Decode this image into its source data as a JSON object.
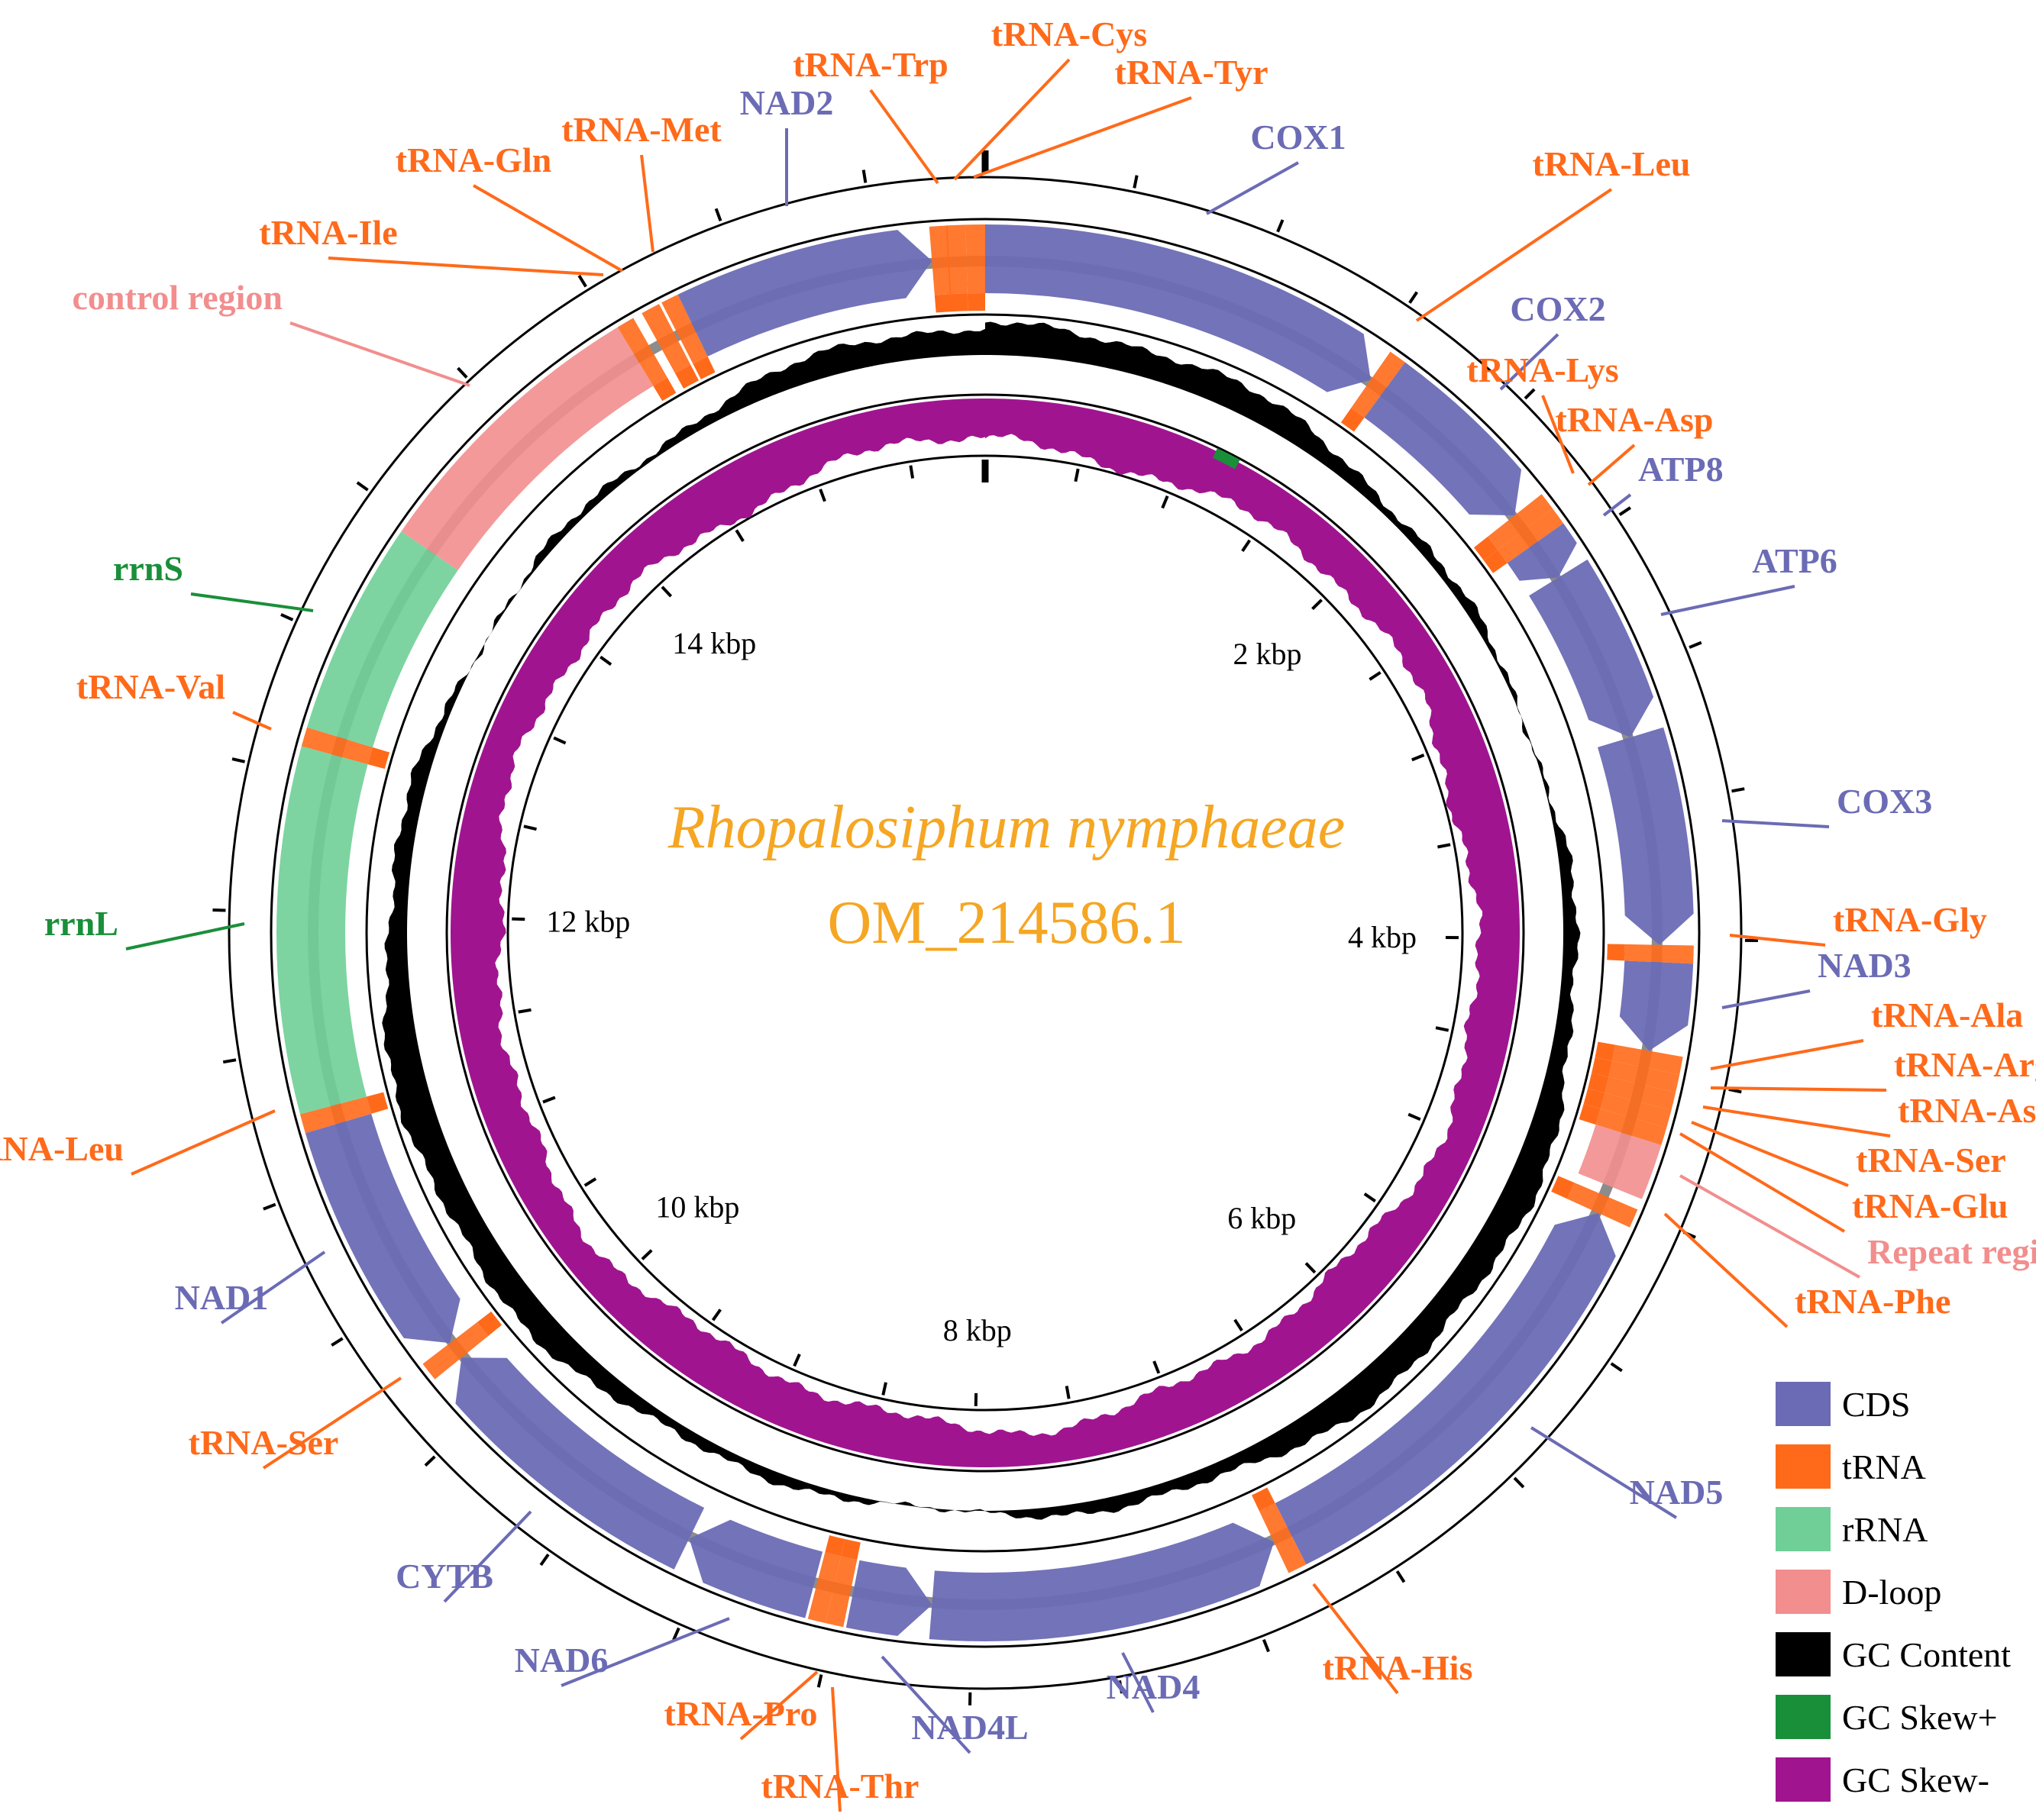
{
  "diagram": {
    "title": {
      "species": "Rhopalosiphum nymphaeae",
      "accession": "OM_214586.1",
      "color": "#F5A623"
    },
    "genome_length_bp": 15900,
    "scale_labels": [
      "2 kbp",
      "4 kbp",
      "6 kbp",
      "8 kbp",
      "10 kbp",
      "12 kbp",
      "14 kbp"
    ],
    "colors": {
      "CDS": "#6B6BB5",
      "tRNA": "#FF6A1A",
      "rRNA": "#6FCF97",
      "D-loop": "#F28E8E",
      "GC Content": "#000000",
      "GC Skew+": "#1A8F3A",
      "GC Skew-": "#A0158F",
      "label_cds": "#6B6BB5",
      "label_trna": "#FF6A1A",
      "label_rrna": "#1A8F3A",
      "label_dloop": "#F28E8E"
    },
    "features": [
      {
        "name": "COX1",
        "type": "CDS",
        "start": 0,
        "end": 1540,
        "strand": "+"
      },
      {
        "name": "tRNA-Leu",
        "type": "tRNA",
        "start": 1540,
        "end": 1605,
        "strand": "+"
      },
      {
        "name": "COX2",
        "type": "CDS",
        "start": 1605,
        "end": 2285,
        "strand": "+"
      },
      {
        "name": "tRNA-Lys",
        "type": "tRNA",
        "start": 2285,
        "end": 2350,
        "strand": "+"
      },
      {
        "name": "tRNA-Asp",
        "type": "tRNA",
        "start": 2350,
        "end": 2415,
        "strand": "+"
      },
      {
        "name": "ATP8",
        "type": "CDS",
        "start": 2415,
        "end": 2570,
        "strand": "+"
      },
      {
        "name": "ATP6",
        "type": "CDS",
        "start": 2570,
        "end": 3230,
        "strand": "+"
      },
      {
        "name": "COX3",
        "type": "CDS",
        "start": 3230,
        "end": 4020,
        "strand": "+"
      },
      {
        "name": "tRNA-Gly",
        "type": "tRNA",
        "start": 4020,
        "end": 4085,
        "strand": "+"
      },
      {
        "name": "NAD3",
        "type": "CDS",
        "start": 4085,
        "end": 4420,
        "strand": "+"
      },
      {
        "name": "tRNA-Ala",
        "type": "tRNA",
        "start": 4420,
        "end": 4485,
        "strand": "+"
      },
      {
        "name": "tRNA-Arg",
        "type": "tRNA",
        "start": 4485,
        "end": 4550,
        "strand": "+"
      },
      {
        "name": "tRNA-Asn",
        "type": "tRNA",
        "start": 4550,
        "end": 4615,
        "strand": "+"
      },
      {
        "name": "tRNA-Ser",
        "type": "tRNA",
        "start": 4615,
        "end": 4680,
        "strand": "+"
      },
      {
        "name": "tRNA-Glu",
        "type": "tRNA",
        "start": 4680,
        "end": 4745,
        "strand": "+"
      },
      {
        "name": "Repeat region",
        "type": "D-loop",
        "start": 4745,
        "end": 4950,
        "strand": "+"
      },
      {
        "name": "tRNA-Phe",
        "type": "tRNA",
        "start": 4990,
        "end": 5060,
        "strand": "-"
      },
      {
        "name": "NAD5",
        "type": "CDS",
        "start": 5060,
        "end": 6760,
        "strand": "-"
      },
      {
        "name": "tRNA-His",
        "type": "tRNA",
        "start": 6760,
        "end": 6830,
        "strand": "-"
      },
      {
        "name": "NAD4",
        "type": "CDS",
        "start": 6830,
        "end": 8150,
        "strand": "-"
      },
      {
        "name": "NAD4L",
        "type": "CDS",
        "start": 8150,
        "end": 8450,
        "strand": "-"
      },
      {
        "name": "tRNA-Thr",
        "type": "tRNA",
        "start": 8460,
        "end": 8525,
        "strand": "+"
      },
      {
        "name": "tRNA-Pro",
        "type": "tRNA",
        "start": 8525,
        "end": 8590,
        "strand": "-"
      },
      {
        "name": "NAD6",
        "type": "CDS",
        "start": 8600,
        "end": 9100,
        "strand": "+"
      },
      {
        "name": "CYTB",
        "type": "CDS",
        "start": 9100,
        "end": 10200,
        "strand": "+"
      },
      {
        "name": "tRNA-Ser",
        "type": "tRNA",
        "start": 10200,
        "end": 10270,
        "strand": "+"
      },
      {
        "name": "NAD1",
        "type": "CDS",
        "start": 10270,
        "end": 11200,
        "strand": "-"
      },
      {
        "name": "tRNA-Leu",
        "type": "tRNA",
        "start": 11200,
        "end": 11270,
        "strand": "-"
      },
      {
        "name": "rrnL",
        "type": "rRNA",
        "start": 11270,
        "end": 12600,
        "strand": "-"
      },
      {
        "name": "tRNA-Val",
        "type": "tRNA",
        "start": 12600,
        "end": 12670,
        "strand": "-"
      },
      {
        "name": "rrnS",
        "type": "rRNA",
        "start": 12670,
        "end": 13450,
        "strand": "-"
      },
      {
        "name": "control region",
        "type": "D-loop",
        "start": 13450,
        "end": 14520,
        "strand": "+"
      },
      {
        "name": "tRNA-Ile",
        "type": "tRNA",
        "start": 14520,
        "end": 14585,
        "strand": "+"
      },
      {
        "name": "tRNA-Gln",
        "type": "tRNA",
        "start": 14620,
        "end": 14690,
        "strand": "-"
      },
      {
        "name": "tRNA-Met",
        "type": "tRNA",
        "start": 14700,
        "end": 14765,
        "strand": "+"
      },
      {
        "name": "NAD2",
        "type": "CDS",
        "start": 14765,
        "end": 15700,
        "strand": "+"
      },
      {
        "name": "tRNA-Trp",
        "type": "tRNA",
        "start": 15700,
        "end": 15765,
        "strand": "+"
      },
      {
        "name": "tRNA-Cys",
        "type": "tRNA",
        "start": 15760,
        "end": 15830,
        "strand": "-"
      },
      {
        "name": "tRNA-Tyr",
        "type": "tRNA",
        "start": 15830,
        "end": 15900,
        "strand": "-"
      }
    ],
    "labels": [
      {
        "text": "tRNA-Trp",
        "color": "label_trna"
      },
      {
        "text": "tRNA-Cys",
        "color": "label_trna"
      },
      {
        "text": "tRNA-Tyr",
        "color": "label_trna"
      },
      {
        "text": "NAD2",
        "color": "label_cds"
      },
      {
        "text": "tRNA-Met",
        "color": "label_trna"
      },
      {
        "text": "tRNA-Gln",
        "color": "label_trna"
      },
      {
        "text": "tRNA-Ile",
        "color": "label_trna"
      },
      {
        "text": "control region",
        "color": "label_dloop"
      },
      {
        "text": "COX1",
        "color": "label_cds"
      },
      {
        "text": "tRNA-Leu",
        "color": "label_trna"
      },
      {
        "text": "COX2",
        "color": "label_cds"
      },
      {
        "text": "tRNA-Lys",
        "color": "label_trna"
      },
      {
        "text": "tRNA-Asp",
        "color": "label_trna"
      },
      {
        "text": "ATP8",
        "color": "label_cds"
      },
      {
        "text": "ATP6",
        "color": "label_cds"
      },
      {
        "text": "COX3",
        "color": "label_cds"
      },
      {
        "text": "tRNA-Gly",
        "color": "label_trna"
      },
      {
        "text": "NAD3",
        "color": "label_cds"
      },
      {
        "text": "tRNA-Ala",
        "color": "label_trna"
      },
      {
        "text": "tRNA-Arg",
        "color": "label_trna"
      },
      {
        "text": "tRNA-Asn",
        "color": "label_trna"
      },
      {
        "text": "tRNA-Ser",
        "color": "label_trna"
      },
      {
        "text": "tRNA-Glu",
        "color": "label_trna"
      },
      {
        "text": "Repeat region",
        "color": "label_dloop"
      },
      {
        "text": "tRNA-Phe",
        "color": "label_trna"
      },
      {
        "text": "NAD5",
        "color": "label_cds"
      },
      {
        "text": "tRNA-His",
        "color": "label_trna"
      },
      {
        "text": "NAD4",
        "color": "label_cds"
      },
      {
        "text": "NAD4L",
        "color": "label_cds"
      },
      {
        "text": "tRNA-Thr",
        "color": "label_trna"
      },
      {
        "text": "tRNA-Pro",
        "color": "label_trna"
      },
      {
        "text": "NAD6",
        "color": "label_cds"
      },
      {
        "text": "CYTB",
        "color": "label_cds"
      },
      {
        "text": "tRNA-Ser",
        "color": "label_trna"
      },
      {
        "text": "NAD1",
        "color": "label_cds"
      },
      {
        "text": "tRNA-Leu",
        "color": "label_trna"
      },
      {
        "text": "rrnL",
        "color": "label_rrna"
      },
      {
        "text": "tRNA-Val",
        "color": "label_trna"
      },
      {
        "text": "rrnS",
        "color": "label_rrna"
      }
    ],
    "legend": [
      {
        "label": "CDS",
        "color": "#6B6BB5"
      },
      {
        "label": "tRNA",
        "color": "#FF6A1A"
      },
      {
        "label": "rRNA",
        "color": "#6FCF97"
      },
      {
        "label": "D-loop",
        "color": "#F28E8E"
      },
      {
        "label": "GC Content",
        "color": "#000000"
      },
      {
        "label": "GC Skew+",
        "color": "#1A8F3A"
      },
      {
        "label": "GC Skew-",
        "color": "#A0158F"
      }
    ]
  }
}
